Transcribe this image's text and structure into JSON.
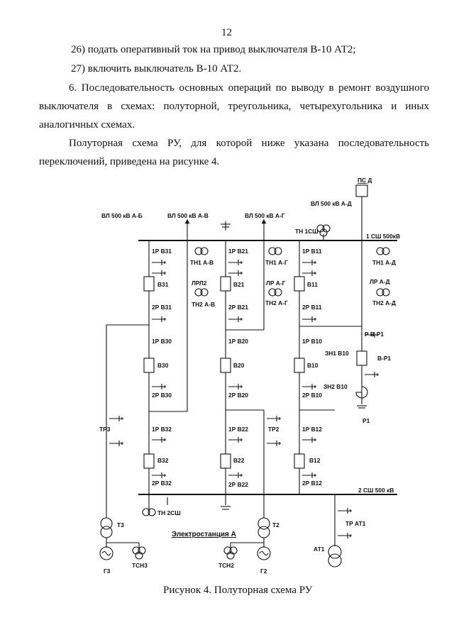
{
  "page": {
    "number": "12",
    "step26": "26)  подать оперативный ток на привод выключателя В-10 АТ2;",
    "step27": "27)  включить выключатель В-10 АТ2.",
    "section_line1": "6. Последовательность основных операций по выводу в ремонт воздушного",
    "section_line2": "выключателя в схемах: полуторной, треугольника, четырехугольника и иных",
    "section_line3": "аналогичных схемах.",
    "para_line1": "Полуторная схема РУ, для которой ниже указана последовательность",
    "para_line2": "переключений, приведена на рисунке 4.",
    "caption": "Рисунок 4. Полуторная схема РУ"
  },
  "diagram": {
    "labels": {
      "psd": "ПС Д",
      "vl_ad": "ВЛ 500 кВ А-Д",
      "vl_ab": "ВЛ 500 кВ А-Б",
      "vl_av": "ВЛ 500 кВ А-В",
      "vl_ag": "ВЛ 500 кВ А-Г",
      "tn1sh": "ТН 1СШ",
      "bus1": "1 СШ 500кВ",
      "r1v31": "1Р В31",
      "r1v21": "1Р В21",
      "r1v11": "1Р В11",
      "tn1av": "ТН1 А-В",
      "tn1ag": "ТН1 А-Г",
      "tn1ad": "ТН1 А-Д",
      "v31": "В31",
      "v21": "В21",
      "v11": "В11",
      "lrl2": "ЛРЛ2",
      "lrag": "ЛР А-Г",
      "lrad": "ЛР А-Д",
      "tn2av": "ТН2 А-В",
      "tn2ag": "ТН2 А-Г",
      "tn2ad": "ТН2 А-Д",
      "r2v31": "2Р В31",
      "r2v21": "2Р В21",
      "r2v11": "2Р В11",
      "rvr1": "Р В-Р1",
      "vr1": "В-Р1",
      "r1v30": "1Р В30",
      "r1v20": "1Р В20",
      "r1v10": "1Р В10",
      "zn1v10": "ЗН1 В10",
      "v30": "В30",
      "v20": "В20",
      "v10": "В10",
      "zn2v10": "ЗН2 В10",
      "r2v30": "2Р В30",
      "r2v20": "2Р В20",
      "r2v10": "2Р В10",
      "r1": "Р1",
      "tr3": "ТР3",
      "tr2": "ТР2",
      "r1v32": "1Р В32",
      "r1v22": "1Р В22",
      "r1v12": "1Р В12",
      "v32": "В32",
      "v22": "В22",
      "v12": "В12",
      "r2v32": "2Р В32",
      "r2v22": "2Р В22",
      "r2v12": "2Р В12",
      "bus2": "2 СШ 500 кВ",
      "tn2sh": "ТН 2СШ",
      "trat1": "ТР АТ1",
      "t3": "Т3",
      "t2": "Т2",
      "station": "Электростанция А",
      "at1": "АТ1",
      "g3": "Г3",
      "tsn3": "ТСН3",
      "tsn2": "ТСН2",
      "g2": "Г2"
    }
  }
}
